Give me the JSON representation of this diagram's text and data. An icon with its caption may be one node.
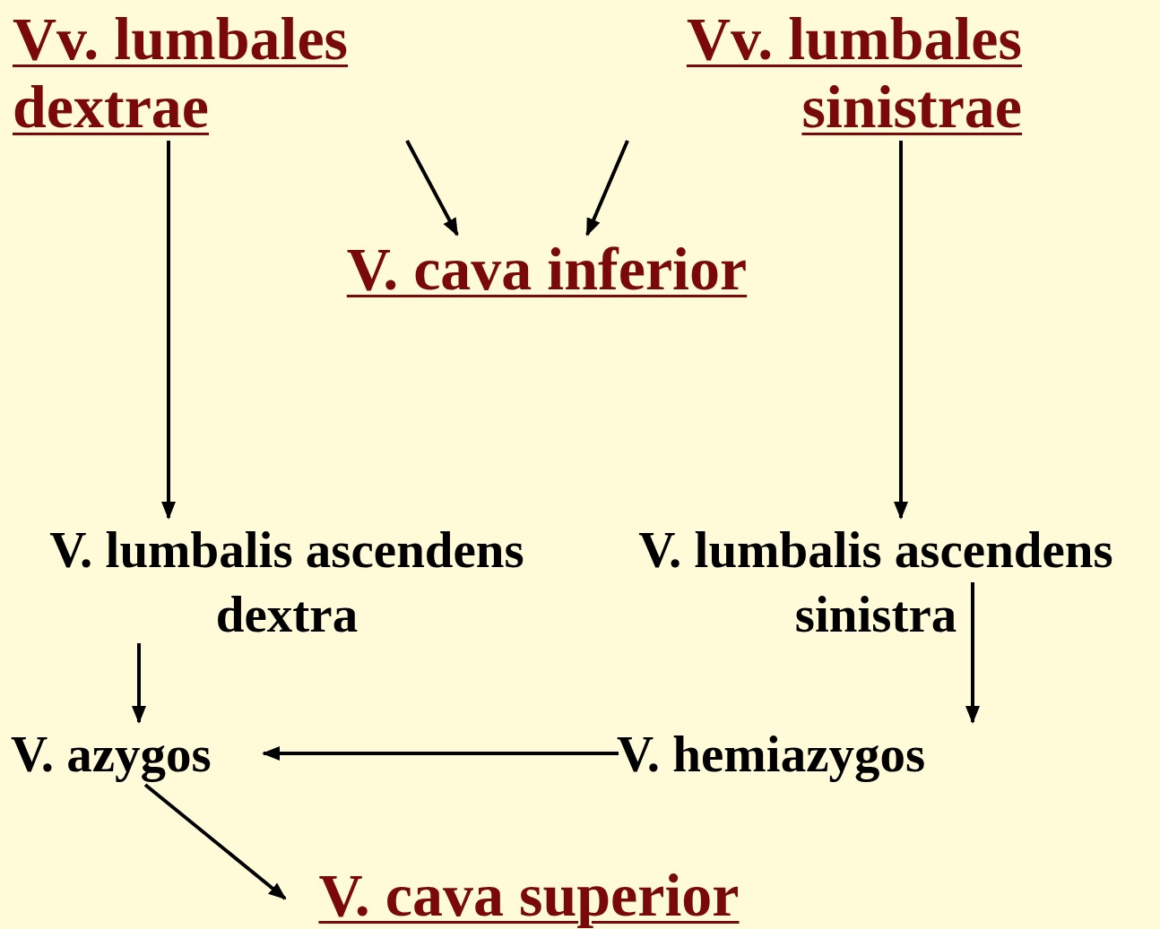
{
  "diagram": {
    "nodes": [
      {
        "text": [
          "Vv. lumbales dextrae"
        ]
      },
      {
        "text": [
          "Vv. lumbales sinistrae"
        ]
      },
      {
        "text": [
          "V. cava inferior"
        ]
      },
      {
        "text": [
          "V. lumbalis ascendens dextra"
        ]
      },
      {
        "text": [
          "V. lumbalis ascendens sinistra"
        ]
      },
      {
        "text": [
          "V. azygos"
        ]
      },
      {
        "text": [
          "V. hemiazygos"
        ]
      },
      {
        "text": [
          "V. cava superior"
        ]
      }
    ],
    "edges": [
      {
        "from": 0,
        "to": 2,
        "arrow": "to"
      },
      {
        "from": 1,
        "to": 2,
        "arrow": "to"
      },
      {
        "from": 0,
        "to": 3,
        "arrow": "to"
      },
      {
        "from": 1,
        "to": 4,
        "arrow": "to"
      },
      {
        "from": 3,
        "to": 5,
        "arrow": "to"
      },
      {
        "from": 4,
        "to": 6,
        "arrow": "to"
      },
      {
        "from": 6,
        "to": 5,
        "arrow": "to"
      },
      {
        "from": 5,
        "to": 7,
        "arrow": "to"
      }
    ]
  }
}
